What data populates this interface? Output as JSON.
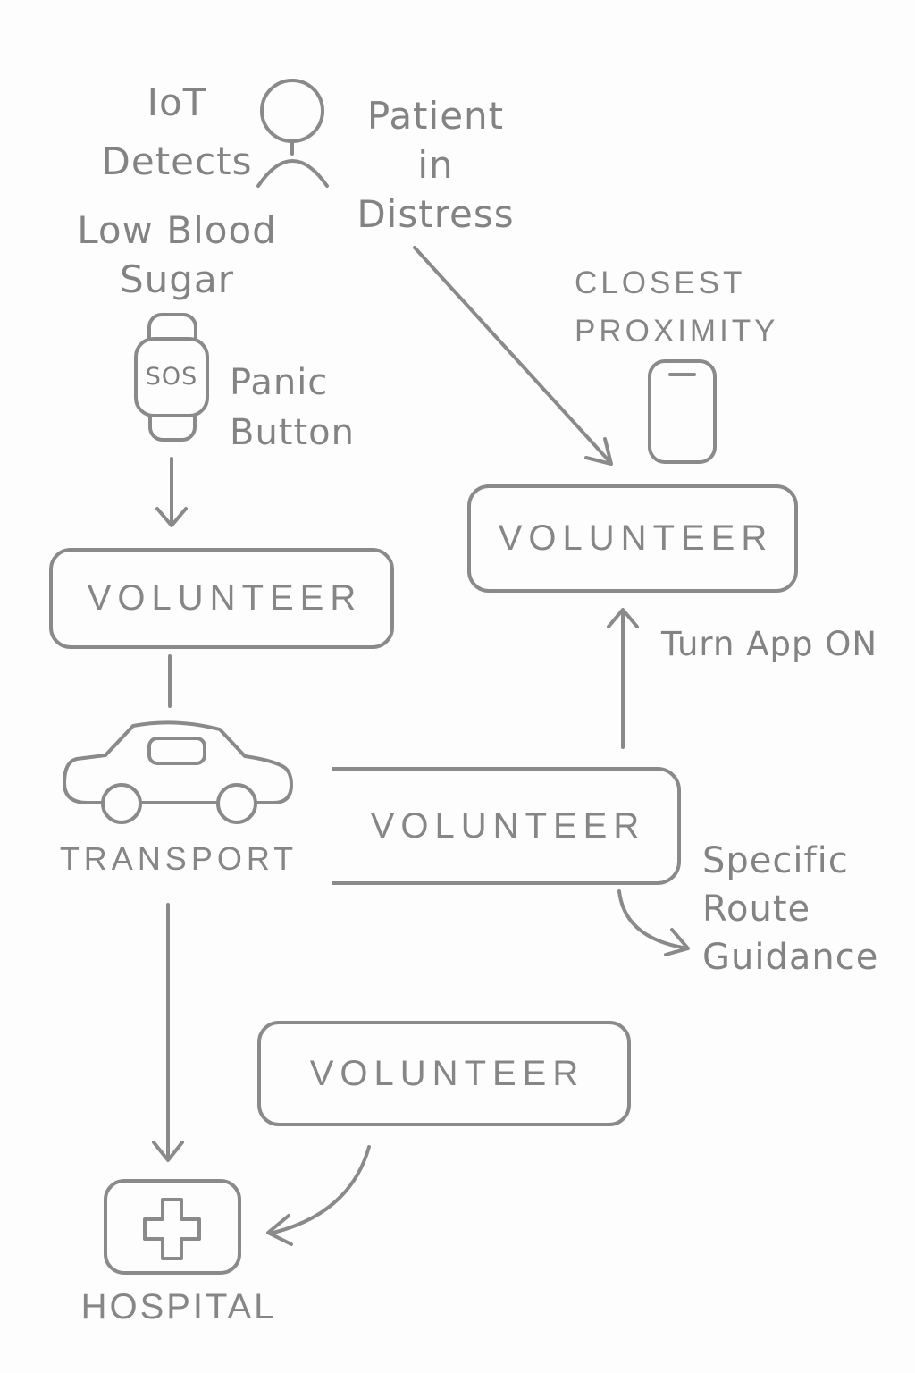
{
  "canvas": {
    "background_color": "#fdfdfd",
    "stroke_color": "#8a8a8a",
    "text_color": "#838383"
  },
  "patient": {
    "detect_lines": [
      "IoT",
      "Detects"
    ],
    "condition_lines": [
      "Low Blood",
      "Sugar"
    ],
    "identity_lines": [
      "Patient",
      "in",
      "Distress"
    ]
  },
  "watch": {
    "screen_label": "SOS",
    "caption_lines": [
      "Panic",
      "Button"
    ]
  },
  "proximity": {
    "lines": [
      "CLOSEST",
      "PROXIMITY"
    ]
  },
  "volunteers": {
    "left_box": "VOLUNTEER",
    "right_box": "VOLUNTEER",
    "middle_box": "VOLUNTEER",
    "bottom_box": "VOLUNTEER"
  },
  "actions": {
    "turn_app_on": "Turn App ON",
    "route_guidance_lines": [
      "Specific",
      "Route",
      "Guidance"
    ]
  },
  "transport": {
    "label": "TRANSPORT"
  },
  "hospital": {
    "label": "HOSPITAL"
  },
  "icons": {
    "person": "person-icon",
    "smartwatch": "smartwatch-icon",
    "phone": "phone-icon",
    "car": "car-icon",
    "hospital": "hospital-icon",
    "medical_cross": "medical-cross-icon"
  }
}
